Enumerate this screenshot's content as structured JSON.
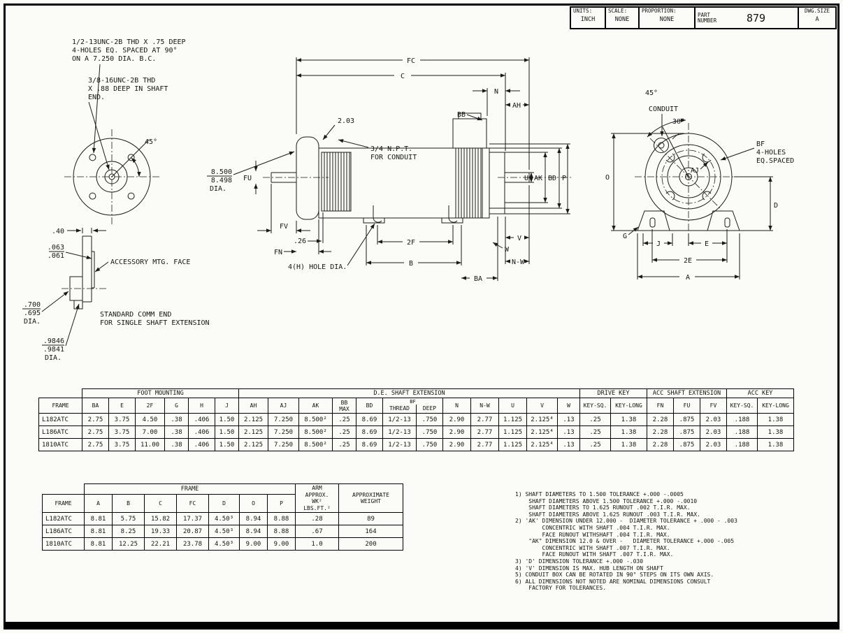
{
  "title_block": {
    "units_label": "UNITS:",
    "units_value": "INCH",
    "scale_label": "SCALE:",
    "scale_value": "NONE",
    "proportion_label": "PROPORTION:",
    "proportion_value": "NONE",
    "part_label_1": "PART",
    "part_label_2": "NUMBER",
    "part_number": "879",
    "dwg_label": "DWG.SIZE",
    "dwg_size": "A"
  },
  "drawing": {
    "labels": {
      "thd1_l1": "1/2-13UNC-2B THD X .75 DEEP",
      "thd1_l2": "4-HOLES EQ. SPACED AT 90°",
      "thd1_l3": "ON A 7.250 DIA. B.C.",
      "thd2_l1": "3/8-16UNC-2B THD",
      "thd2_l2": "X .88 DEEP IN SHAFT",
      "thd2_l3": "END.",
      "angle45_left": "45°",
      "dim_40": ".40",
      "dim_063": ".063",
      "dim_061": ".061",
      "acc_face": "ACCESSORY MTG. FACE",
      "dim_700": ".700",
      "dim_695": ".695",
      "dia_a": "DIA.",
      "dim_9846": ".9846",
      "dim_9841": ".9841",
      "dia_b": "DIA.",
      "comm_l1": "STANDARD COMM END",
      "comm_l2": "FOR SINGLE SHAFT EXTENSION",
      "fc": "FC",
      "c": "C",
      "n": "N",
      "ah": "AH",
      "bb": "BB",
      "dim_203": "2.03",
      "npt_l1": "3/4 N.P.T.",
      "npt_l2": "FOR CONDUIT",
      "dia_8500": "8.500",
      "dia_8498": "8.498",
      "dia_c": "DIA.",
      "fu": "FU",
      "u": "U",
      "ak": "AK",
      "bd": "BD",
      "p": "P",
      "fv": "FV",
      "dim_26": ".26",
      "fn": "FN",
      "hole_note": "4(H) HOLE DIA.",
      "two_f": "2F",
      "b": "B",
      "ba": "BA",
      "w": "W",
      "v": "V",
      "nw": "N-W",
      "angle45_right": "45°",
      "conduit": "CONDUIT",
      "angle30": "30°",
      "bf_l1": "BF",
      "bf_l2": "4-HOLES",
      "bf_l3": "EQ.SPACED",
      "aj": "AJ",
      "o": "O",
      "d": "D",
      "g": "G",
      "j": "J",
      "e": "E",
      "two_e": "2E",
      "a": "A"
    }
  },
  "table1": {
    "groups": [
      {
        "label": "",
        "span": 1
      },
      {
        "label": "FOOT MOUNTING",
        "span": 6
      },
      {
        "label": "D.E. SHAFT EXTENSION",
        "span": 12
      },
      {
        "label": "DRIVE KEY",
        "span": 2
      },
      {
        "label": "ACC SHAFT EXTENSION",
        "span": 3
      },
      {
        "label": "ACC KEY",
        "span": 2
      }
    ],
    "columns": [
      {
        "t": "FRAME"
      },
      {
        "t": "BA"
      },
      {
        "t": "E"
      },
      {
        "t": "2F"
      },
      {
        "t": "G"
      },
      {
        "t": "H"
      },
      {
        "t": "J"
      },
      {
        "t": "AH"
      },
      {
        "t": "AJ"
      },
      {
        "t": "AK"
      },
      {
        "t": "BB\nMAX"
      },
      {
        "t": "BD"
      },
      {
        "t": "THREAD",
        "sub": "BF",
        "pair": "DEEP"
      },
      {
        "t": "N"
      },
      {
        "t": "N-W"
      },
      {
        "t": "U"
      },
      {
        "t": "V"
      },
      {
        "t": "W"
      },
      {
        "t": "KEY-SQ."
      },
      {
        "t": "KEY-LONG"
      },
      {
        "t": "FN"
      },
      {
        "t": "FU"
      },
      {
        "t": "FV"
      },
      {
        "t": "KEY-SQ."
      },
      {
        "t": "KEY-LONG"
      }
    ],
    "rows": [
      [
        "L182ATC",
        "2.75",
        "3.75",
        "4.50",
        ".38",
        ".406",
        "1.50",
        "2.125",
        "7.250",
        "8.500²",
        ".25",
        "8.69",
        "1/2-13",
        ".750",
        "2.90",
        "2.77",
        "1.125",
        "2.125⁴",
        ".13",
        ".25",
        "1.38",
        "2.28",
        ".875",
        "2.03",
        ".188",
        "1.38"
      ],
      [
        "L186ATC",
        "2.75",
        "3.75",
        "7.00",
        ".38",
        ".406",
        "1.50",
        "2.125",
        "7.250",
        "8.500²",
        ".25",
        "8.69",
        "1/2-13",
        ".750",
        "2.90",
        "2.77",
        "1.125",
        "2.125⁴",
        ".13",
        ".25",
        "1.38",
        "2.28",
        ".875",
        "2.03",
        ".188",
        "1.38"
      ],
      [
        "1810ATC",
        "2.75",
        "3.75",
        "11.00",
        ".38",
        ".406",
        "1.50",
        "2.125",
        "7.250",
        "8.500²",
        ".25",
        "8.69",
        "1/2-13",
        ".750",
        "2.90",
        "2.77",
        "1.125",
        "2.125⁴",
        ".13",
        ".25",
        "1.38",
        "2.28",
        ".875",
        "2.03",
        ".188",
        "1.38"
      ]
    ]
  },
  "table2": {
    "frame_group": "FRAME",
    "columns": [
      "FRAME",
      "A",
      "B",
      "C",
      "FC",
      "D",
      "O",
      "P"
    ],
    "arm_header": "ARM\nAPPROX.\nWK²\nLBS.FT.²",
    "weight_header": "APPROXIMATE\nWEIGHT",
    "rows": [
      [
        "L182ATC",
        "8.81",
        "5.75",
        "15.82",
        "17.37",
        "4.50³",
        "8.94",
        "8.88",
        ".28",
        "89"
      ],
      [
        "L186ATC",
        "8.81",
        "8.25",
        "19.33",
        "20.87",
        "4.50³",
        "8.94",
        "8.88",
        ".67",
        "164"
      ],
      [
        "1810ATC",
        "8.81",
        "12.25",
        "22.21",
        "23.78",
        "4.50³",
        "9.00",
        "9.00",
        "1.0",
        "200"
      ]
    ]
  },
  "notes": [
    "1) SHAFT DIAMETERS TO 1.500 TOLERANCE +.000 -.0005",
    "    SHAFT DIAMETERS ABOVE 1.500 TOLERANCE +.000 -.0010",
    "    SHAFT DIAMETERS TO 1.625 RUNOUT .002 T.I.R. MAX.",
    "    SHAFT DIAMETERS ABOVE 1.625 RUNOUT .003 T.I.R. MAX.",
    "2) 'AK' DIMENSION UNDER 12.000 -  DIAMETER TOLERANCE + .000 - .003",
    "        CONCENTRIC WITH SHAFT .004 T.I.R. MAX.",
    "        FACE RUNOUT WITHSHAFT .004 T.I.R. MAX.",
    "    \"AK\" DIMENSION 12.0 & OVER -   DIAMETER TOLERANCE +.000 -.005",
    "        CONCENTRIC WITH SHAFT .007 T.I.R. MAX.",
    "        FACE RUNOUT WITH SHAFT .007 T.I.R. MAX.",
    "3) 'D' DIMENSION TOLERANCE +.000 -.030",
    "4) 'V' DIMENSION IS MAX. HUB LENGTH ON SHAFT",
    "5) CONDUIT BOX CAN BE ROTATED IN 90° STEPS ON ITS OWN AXIS.",
    "6) ALL DIMENSIONS NOT NOTED ARE NOMINAL DIMENSIONS CONSULT",
    "    FACTORY FOR TOLERANCES."
  ]
}
